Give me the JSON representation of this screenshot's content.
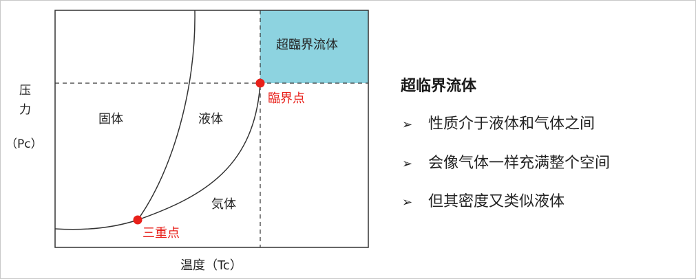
{
  "diagram": {
    "y_axis_label_line1": "压",
    "y_axis_label_line2": "力",
    "y_axis_label_line3": "（Pc）",
    "x_axis_label": "温度（Tc）",
    "region_solid": "固体",
    "region_liquid": "液体",
    "region_gas": "気体",
    "region_supercritical": "超臨界流体",
    "critical_point_label": "臨界点",
    "triple_point_label": "三重点",
    "colors": {
      "supercritical_fill": "#8dd3e0",
      "point_color": "#e8201a",
      "line_color": "#333333"
    }
  },
  "info": {
    "title": "超临界流体",
    "bullet_marker": "➢",
    "bullets": [
      "性质介于液体和气体之间",
      "会像气体一样充满整个空间",
      "但其密度又类似液体"
    ]
  }
}
